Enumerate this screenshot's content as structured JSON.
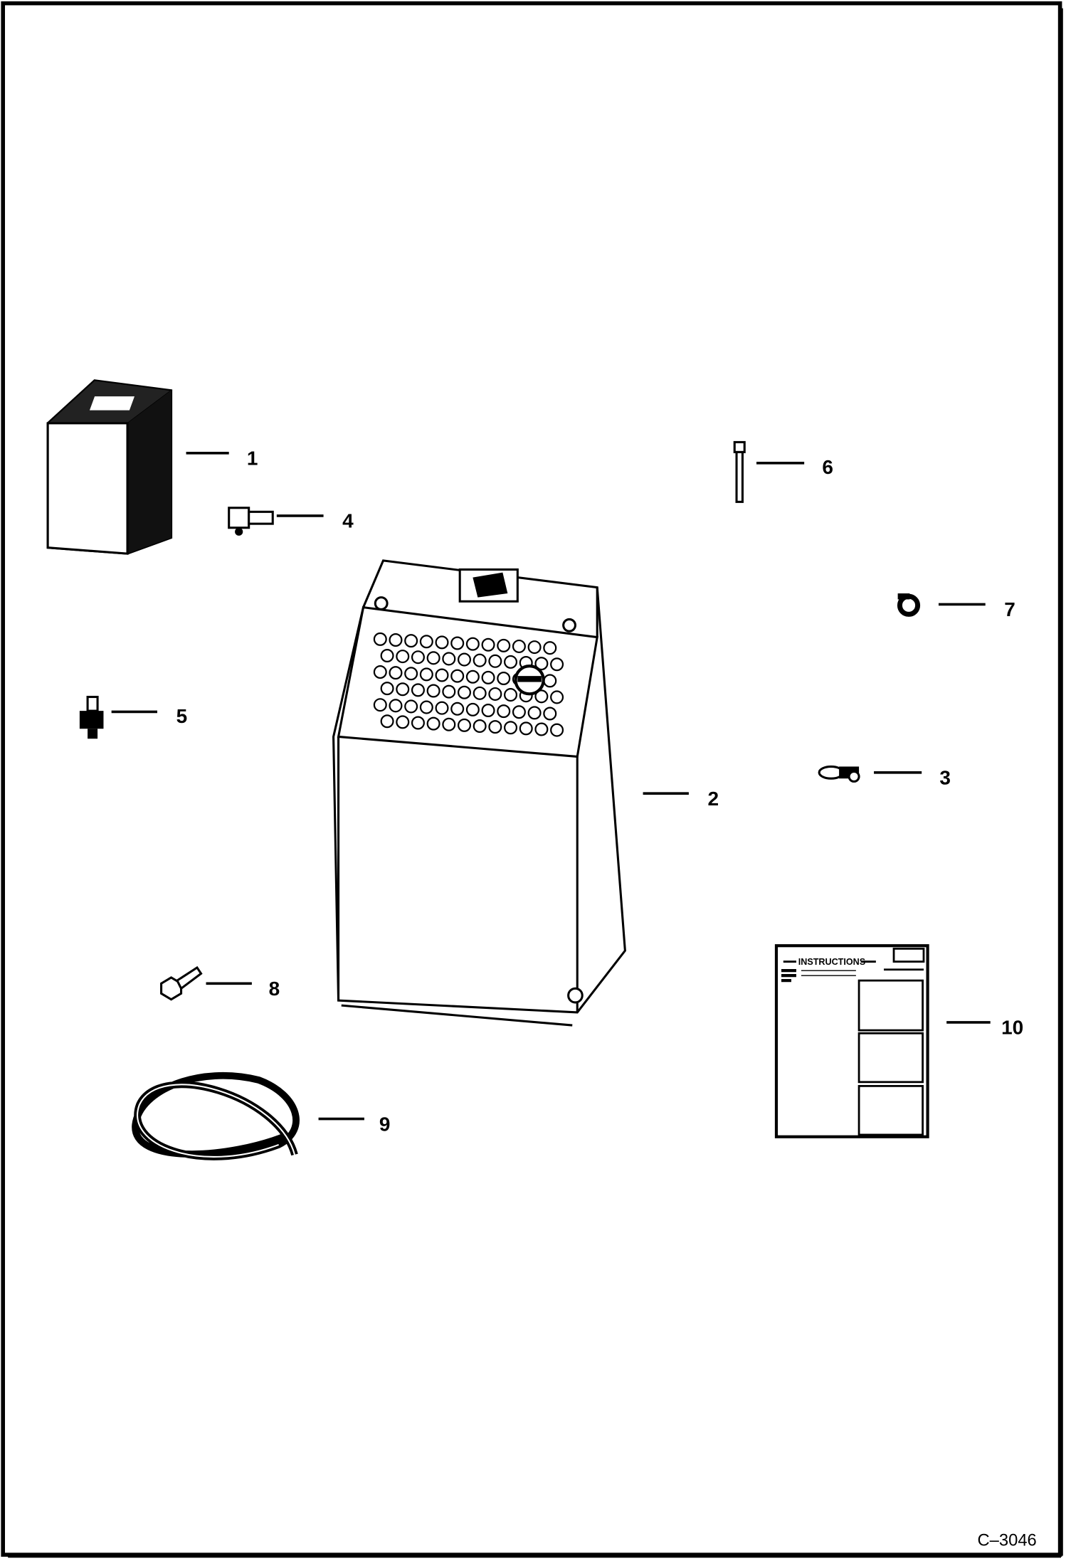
{
  "diagram": {
    "callouts": [
      {
        "id": "1",
        "part": "heater-box"
      },
      {
        "id": "2",
        "part": "heater-unit"
      },
      {
        "id": "3",
        "part": "valve-fitting"
      },
      {
        "id": "4",
        "part": "elbow-fitting"
      },
      {
        "id": "5",
        "part": "fitting"
      },
      {
        "id": "6",
        "part": "cable-tie"
      },
      {
        "id": "7",
        "part": "hose-clamp"
      },
      {
        "id": "8",
        "part": "bolt"
      },
      {
        "id": "9",
        "part": "hose"
      },
      {
        "id": "10",
        "part": "instructions-sheet"
      }
    ],
    "instructions_title": "INSTRUCTIONS",
    "figure_code": "C–3046"
  }
}
